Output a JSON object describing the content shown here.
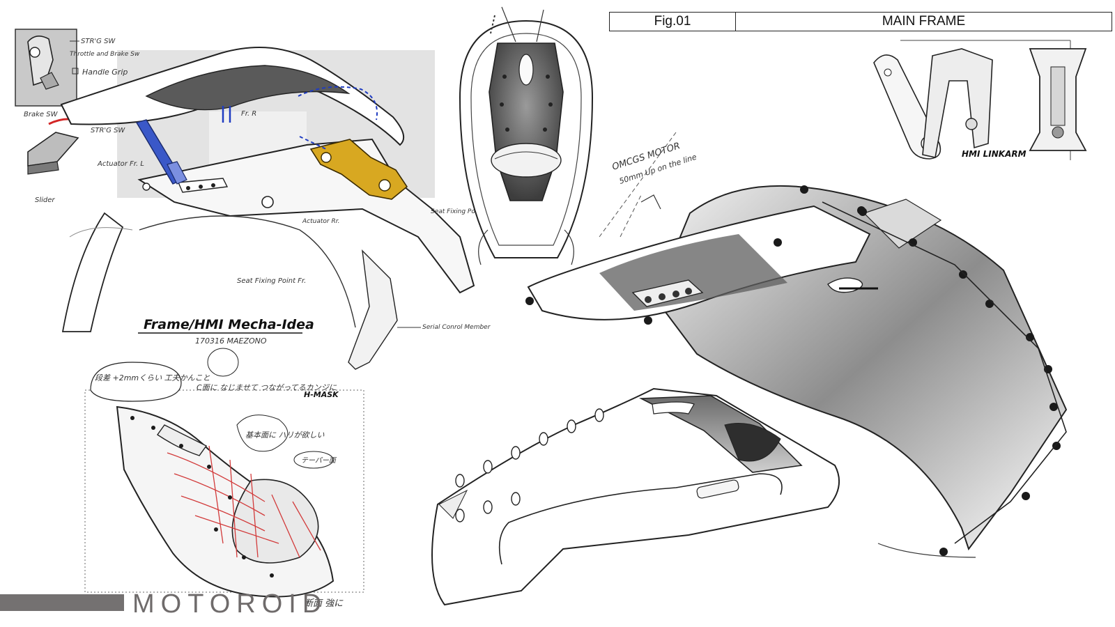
{
  "figure": {
    "number": "Fig.01",
    "title": "MAIN FRAME"
  },
  "brand": {
    "name": "MOTOROID"
  },
  "sketch_titles": {
    "main": "Frame/HMI Mecha-Idea",
    "date_author": "170316 MAEZONO",
    "mask": "H-MASK",
    "linkarm": "HMI LINKARM"
  },
  "annotations": {
    "str_sw": "STR'G SW",
    "throttle_brake_sw": "Throttle and Brake Sw",
    "handle_grip": "Handle Grip",
    "brake_sw": "Brake SW",
    "str_sw_2": "STR'G SW",
    "actuator_fr_l": "Actuator Fr. L",
    "slider": "Slider",
    "fr_r": "Fr. R",
    "actuator_rr": "Actuator Rr.",
    "seat_fixing_point_rr": "Seat Fixing Point Rr.",
    "seat_fixing_point_fr": "Seat Fixing Point Fr.",
    "serial_conrol_member": "Serial Conrol Member",
    "omcgs_motor": "OMCGS MOTOR",
    "motor_note": "50mm Up on the line",
    "jp_1": "段差 +2mmくらい 工夫かんこと",
    "jp_2": "C面に なじませて つながってるカンジに",
    "jp_3": "基本面に ハリが欲しい",
    "jp_4": "テーパー面",
    "jp_5": "断面 強に"
  }
}
